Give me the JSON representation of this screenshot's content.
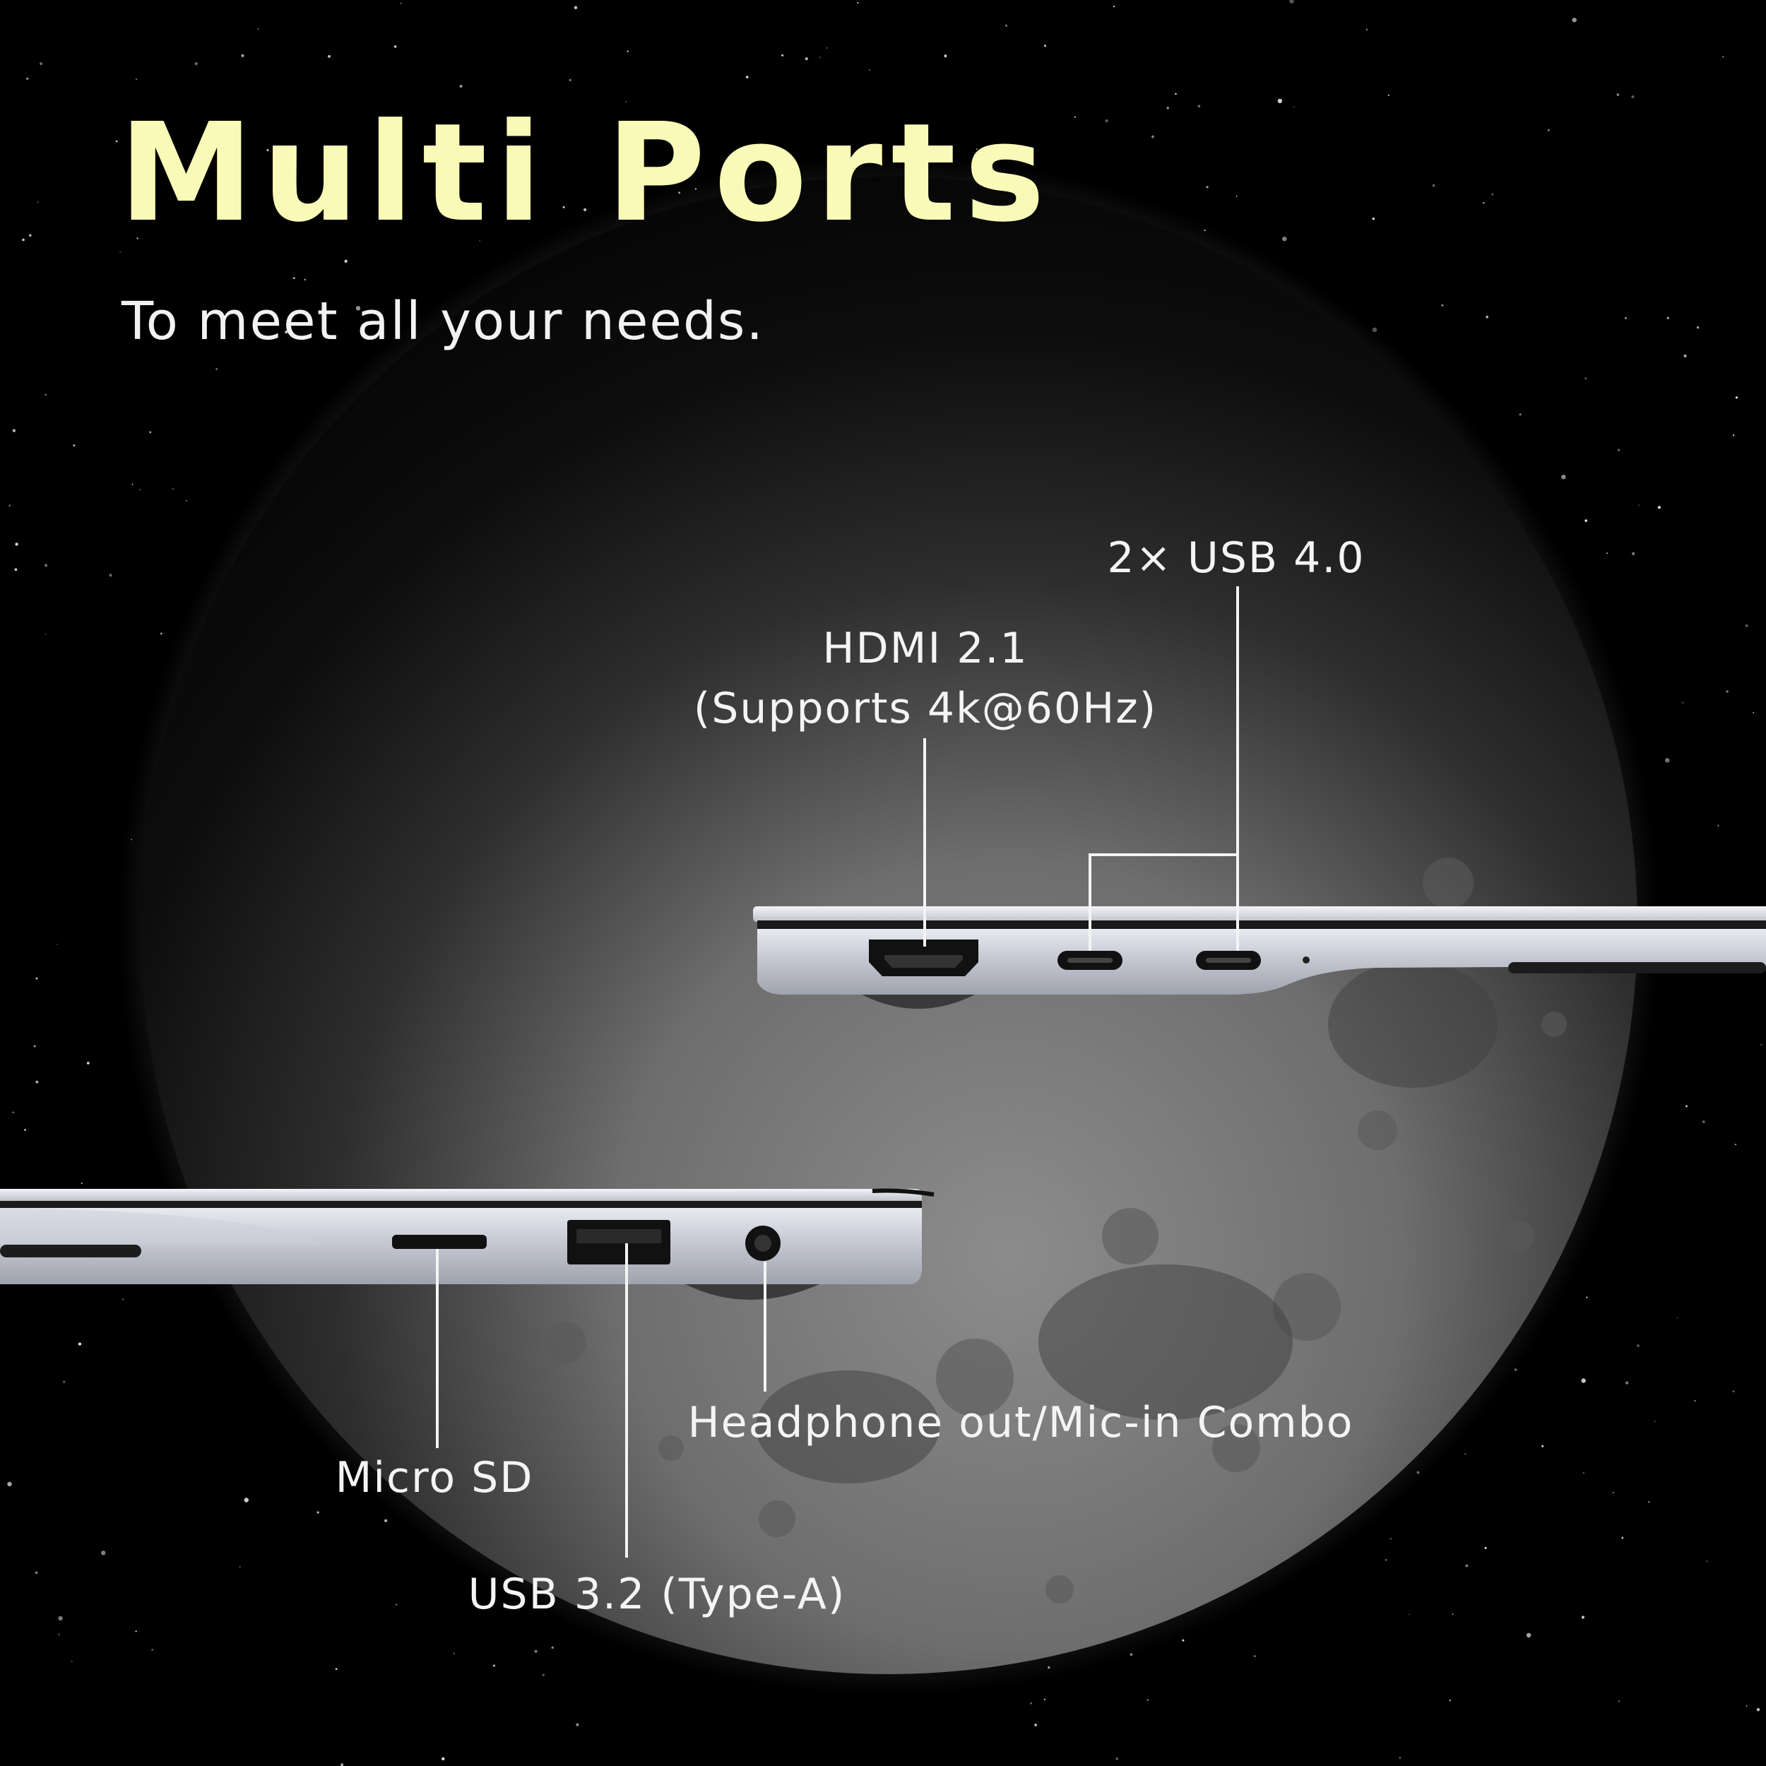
{
  "headline": {
    "title": "Multi Ports",
    "subtitle": "To meet all your needs."
  },
  "callouts": {
    "hdmi": {
      "line1": "HDMI 2.1",
      "line2": "(Supports 4k@60Hz)"
    },
    "usb4": "2× USB 4.0",
    "microsd": "Micro SD",
    "usb32": "USB 3.2 (Type-A)",
    "audio": "Headphone out/Mic-in Combo"
  },
  "colors": {
    "title": "#fafab8",
    "text": "#f4f4f4",
    "background": "#000000",
    "laptop_body": "#c9ccd6"
  },
  "icons": [
    "hdmi-port-icon",
    "usb-c-port-icon",
    "usb-a-port-icon",
    "microsd-slot-icon",
    "audio-jack-icon"
  ]
}
